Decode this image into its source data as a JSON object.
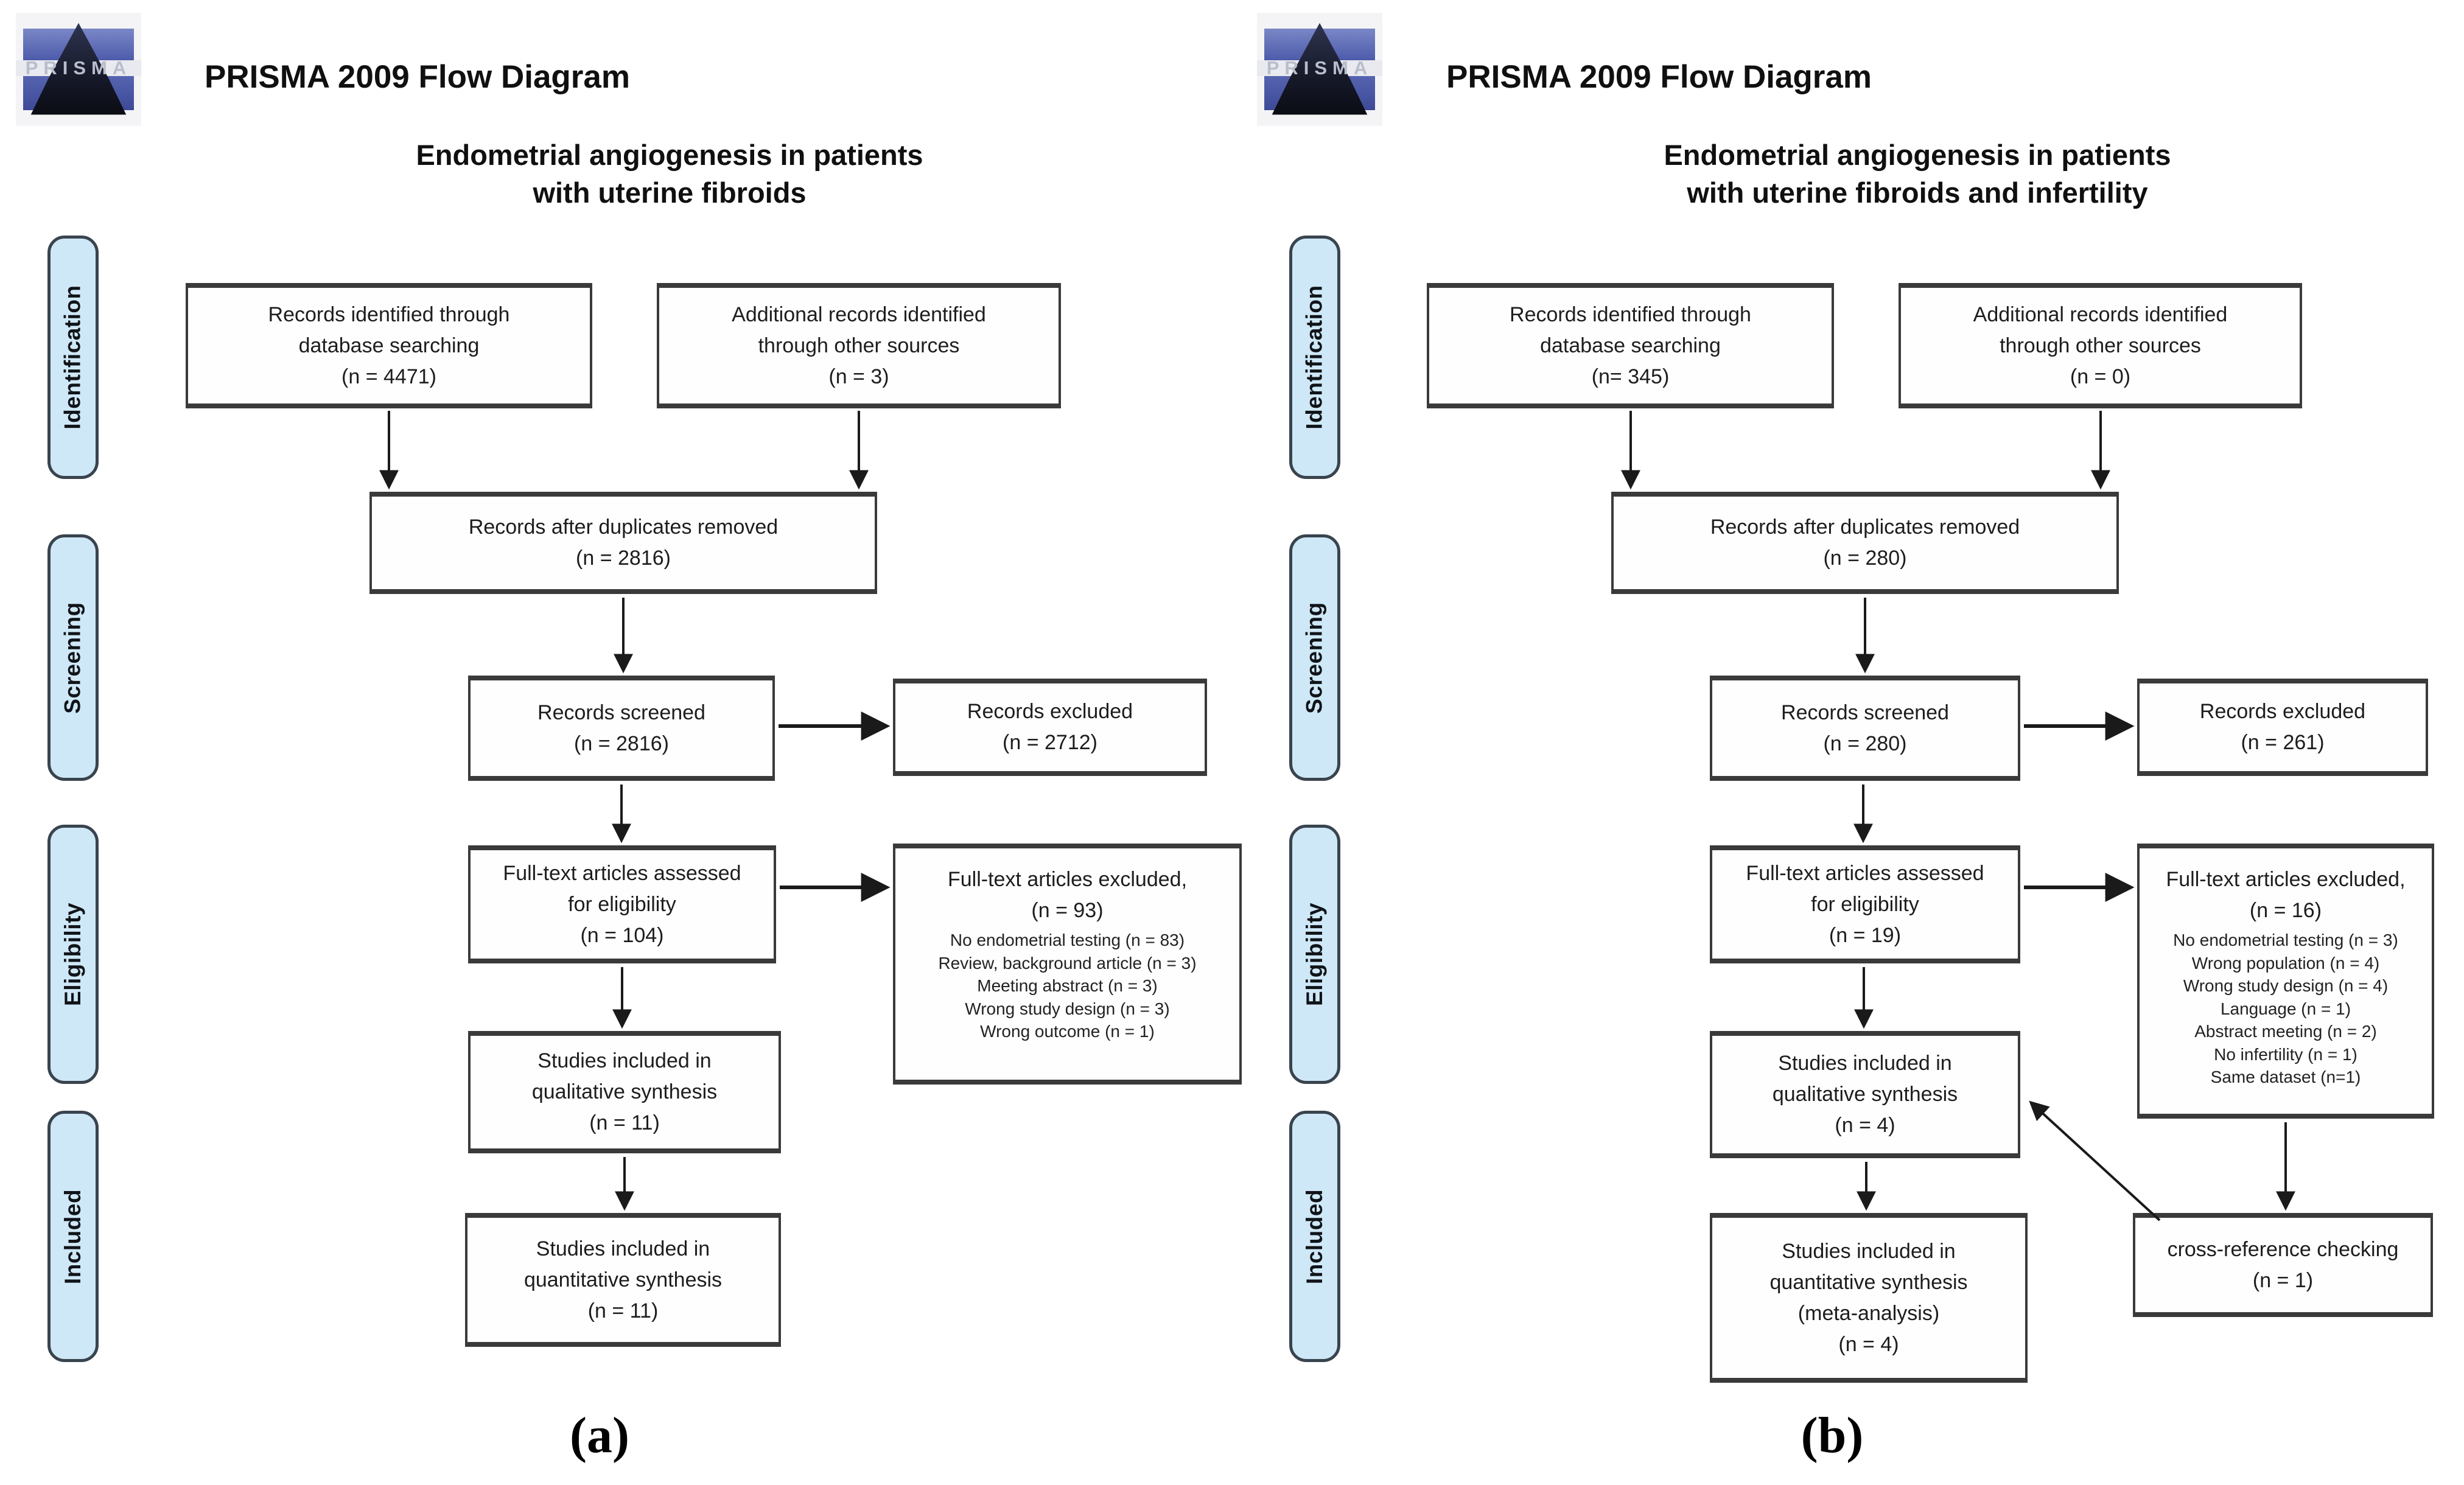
{
  "colors": {
    "stage_fill": "#cfe8f7",
    "stage_border": "#39444e",
    "box_border": "#3a3a3a",
    "arrow": "#1a1a1a",
    "logo_blue": "#4d5bab"
  },
  "a": {
    "header": {
      "logo_text": "PRISMA",
      "title": "PRISMA 2009 Flow Diagram",
      "subtitle": "Endometrial angiogenesis in patients\nwith uterine fibroids"
    },
    "stages": [
      "Identification",
      "Screening",
      "Eligibility",
      "Included"
    ],
    "boxes": {
      "identified": "Records identified through\ndatabase searching\n(n = 4471)",
      "additional": "Additional records identified\nthrough other sources\n(n = 3)",
      "duplicates": "Records after duplicates removed\n(n = 2816)",
      "screened": "Records screened\n(n = 2816)",
      "excluded": "Records excluded\n(n = 2712)",
      "fulltext": "Full-text articles assessed\nfor eligibility\n(n = 104)",
      "fulltext_excluded_title": "Full-text articles excluded,\n(n = 93)",
      "fulltext_excluded_details": "No endometrial testing (n = 83)\nReview, background article (n = 3)\nMeeting abstract (n = 3)\nWrong study design (n = 3)\nWrong outcome (n = 1)",
      "qualitative": "Studies included in\nqualitative synthesis\n(n = 11)",
      "quantitative": "Studies included in\nquantitative synthesis\n(n = 11)"
    },
    "caption": "(a)"
  },
  "b": {
    "header": {
      "logo_text": "PRISMA",
      "title": "PRISMA 2009 Flow Diagram",
      "subtitle": "Endometrial angiogenesis in patients\nwith uterine fibroids and infertility"
    },
    "stages": [
      "Identification",
      "Screening",
      "Eligibility",
      "Included"
    ],
    "boxes": {
      "identified": "Records identified through\ndatabase searching\n(n= 345)",
      "additional": "Additional records identified\nthrough other sources\n(n = 0)",
      "duplicates": "Records after duplicates removed\n(n = 280)",
      "screened": "Records screened\n(n = 280)",
      "excluded": "Records excluded\n(n = 261)",
      "fulltext": "Full-text articles assessed\nfor eligibility\n(n = 19)",
      "fulltext_excluded_title": "Full-text articles excluded,\n(n = 16)",
      "fulltext_excluded_details": "No endometrial testing (n = 3)\nWrong population (n = 4)\nWrong study design (n = 4)\nLanguage (n = 1)\nAbstract meeting (n = 2)\nNo infertility (n = 1)\nSame dataset (n=1)",
      "qualitative": "Studies included in\nqualitative synthesis\n(n = 4)",
      "quantitative": "Studies included in\nquantitative synthesis\n(meta-analysis)\n(n = 4)",
      "crossref": "cross-reference checking\n(n = 1)"
    },
    "caption": "(b)"
  }
}
